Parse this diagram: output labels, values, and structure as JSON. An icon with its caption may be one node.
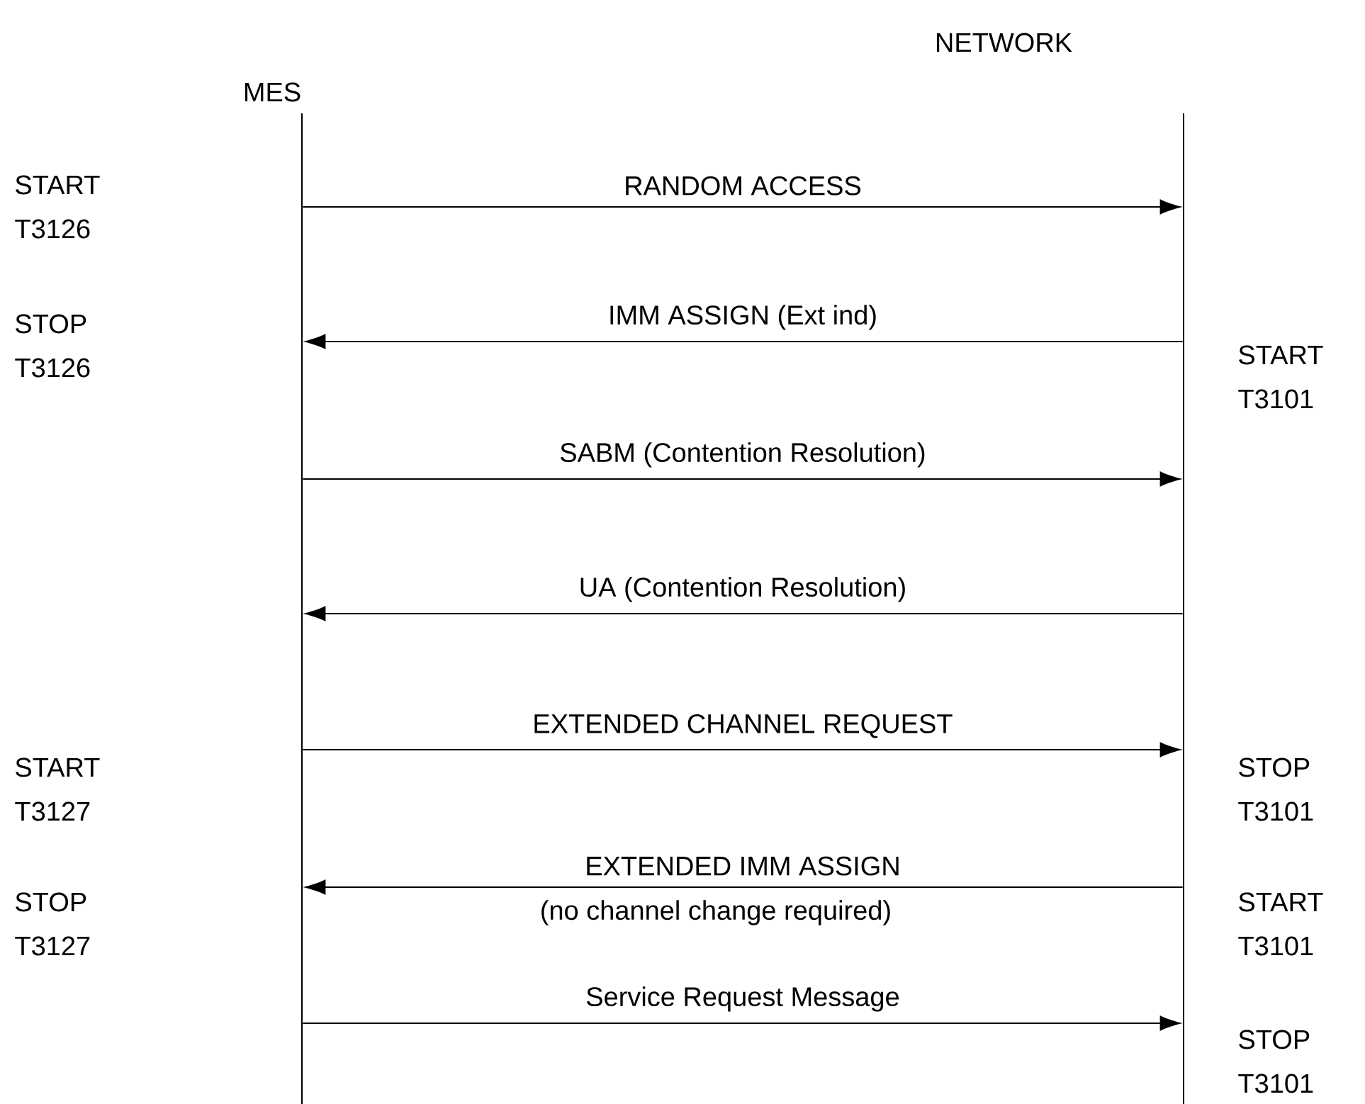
{
  "diagram": {
    "nodes": [
      {
        "text": [],
        "shape": "line"
      },
      {
        "text": [],
        "shape": "line"
      }
    ],
    "edges": [
      {
        "from": 0,
        "to": 1,
        "arrow": "to",
        "label": "RANDOM ACCESS"
      },
      {
        "from": 1,
        "to": 0,
        "arrow": "to",
        "label": "IMM ASSIGN (Ext ind)"
      },
      {
        "from": 0,
        "to": 1,
        "arrow": "to",
        "label": "SABM (Contention Resolution)"
      },
      {
        "from": 1,
        "to": 0,
        "arrow": "to",
        "label": "UA (Contention Resolution)"
      },
      {
        "from": 0,
        "to": 1,
        "arrow": "to",
        "label": "EXTENDED CHANNEL REQUEST"
      },
      {
        "from": 1,
        "to": 0,
        "arrow": "to",
        "label": "EXTENDED IMM ASSIGN"
      },
      {
        "from": 0,
        "to": 1,
        "arrow": "to",
        "label": "Service Request Message"
      }
    ],
    "labels": [
      "NETWORK",
      "MES",
      "START T3126",
      "STOP T3126",
      "START T3101",
      "START T3127",
      "STOP T3101",
      "STOP T3127",
      "(no channel change required)",
      "START T3101",
      "STOP T3101"
    ]
  }
}
